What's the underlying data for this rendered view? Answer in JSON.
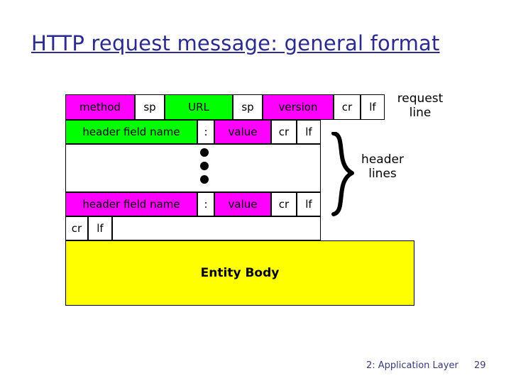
{
  "slide": {
    "title": "HTTP request message: general format",
    "footer_note": "2: Application Layer",
    "page_number": "29"
  },
  "colors": {
    "title": "#2b2b8f",
    "magenta": "#ff00ff",
    "green": "#00ff00",
    "yellow": "#ffff00",
    "white": "#ffffff",
    "border": "#000000",
    "footer": "#3a3a7a"
  },
  "diagram": {
    "request_line": {
      "method": "method",
      "sp1": "sp",
      "url": "URL",
      "sp2": "sp",
      "version": "version",
      "cr": "cr",
      "lf": "lf"
    },
    "header_line_first": {
      "field_name": "header field name",
      "colon": ":",
      "value": "value",
      "cr": "cr",
      "lf": "lf"
    },
    "ellipsis": "•••",
    "header_line_last": {
      "field_name": "header field name",
      "colon": ":",
      "value": "value",
      "cr": "cr",
      "lf": "lf"
    },
    "blank_line": {
      "cr": "cr",
      "lf": "lf"
    },
    "entity_body": "Entity Body",
    "labels": {
      "request_line": "request\nline",
      "header_lines": "header\nlines"
    }
  }
}
